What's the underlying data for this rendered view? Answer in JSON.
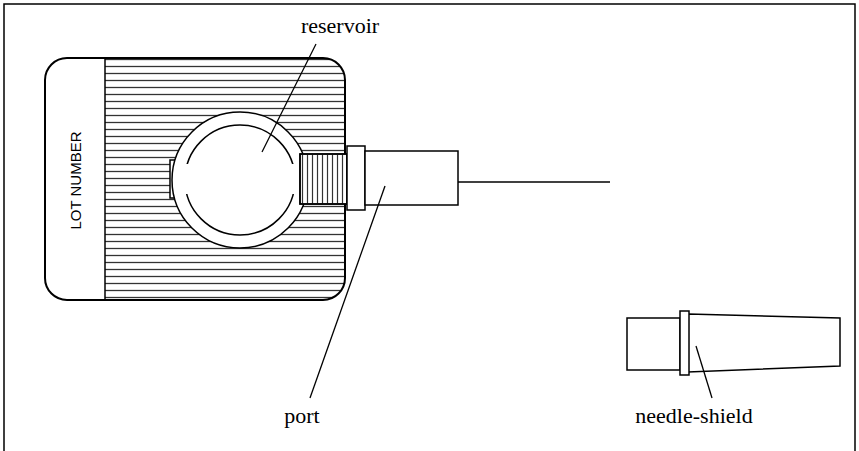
{
  "diagram": {
    "labels": [
      "reservoir",
      "port",
      "needle-shield",
      "LOT NUMBER"
    ]
  }
}
